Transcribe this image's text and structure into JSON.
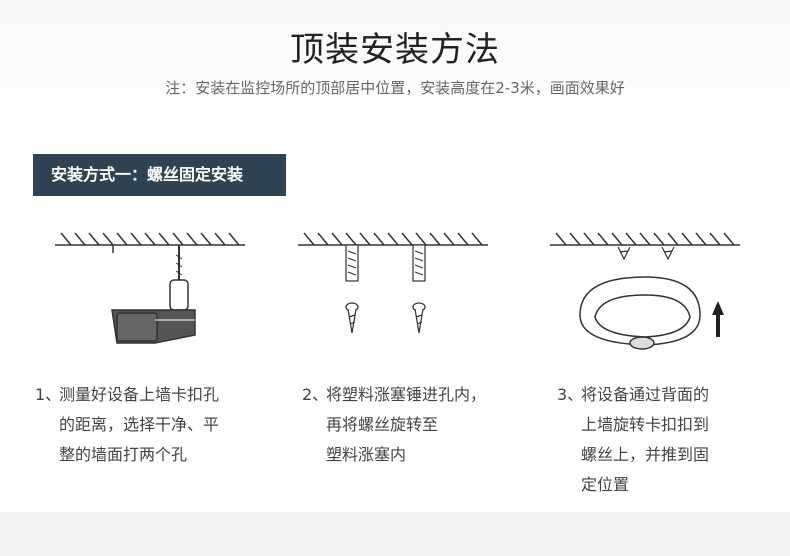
{
  "title": "顶装安装方法",
  "note": "注：安装在监控场所的顶部居中位置，安装高度在2-3米，画面效果好",
  "method_label": "安装方式一：螺丝固定安装",
  "steps": [
    {
      "num": "1、",
      "lines": [
        "测量好设备上墙卡扣孔",
        "的距离，选择干净、平",
        "整的墙面打两个孔"
      ]
    },
    {
      "num": "2、",
      "lines": [
        "将塑料涨塞锤进孔内，",
        "再将螺丝旋转至",
        "塑料涨塞内"
      ]
    },
    {
      "num": "3、",
      "lines": [
        "将设备通过背面的",
        "上墙旋转卡扣扣到",
        "螺丝上，并推到固",
        "定位置"
      ]
    }
  ],
  "icons": [
    "drill-icon",
    "anchor-screw-icon",
    "ceiling-camera-icon",
    "arrow-up-icon"
  ]
}
